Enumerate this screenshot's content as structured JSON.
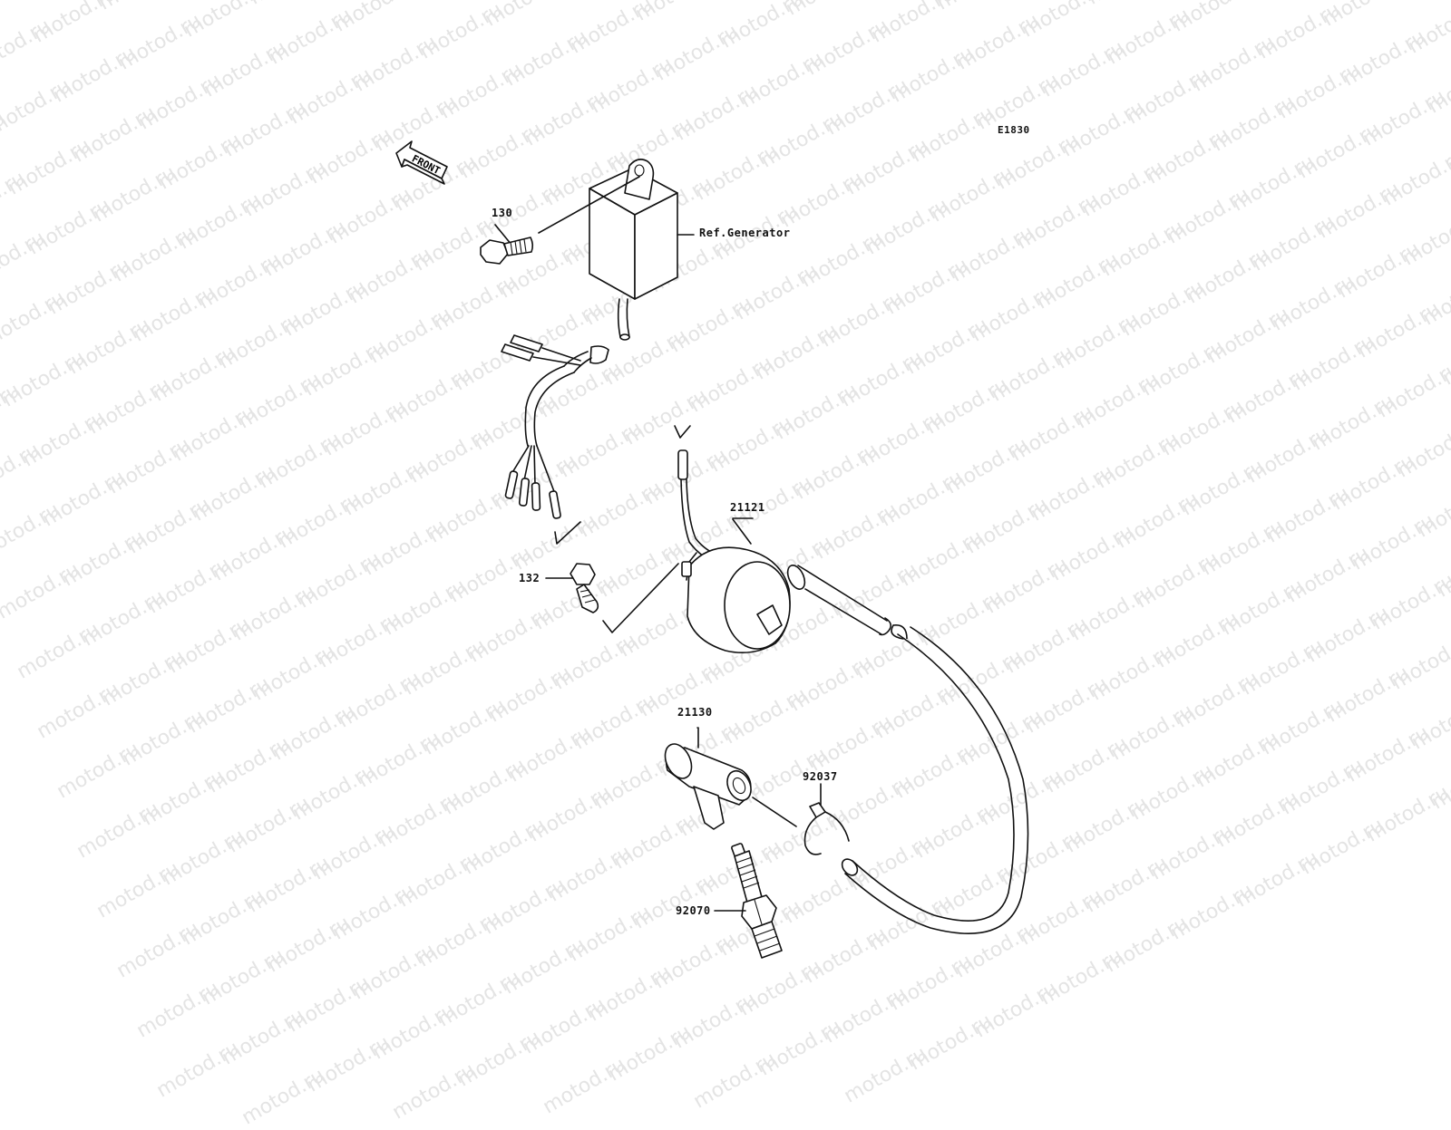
{
  "watermark": {
    "text": "motod.ru",
    "color": "#e4e4e4"
  },
  "diagram_code": "E1830",
  "front_arrow": {
    "label": "FRONT",
    "icon": "front-arrow-icon"
  },
  "callouts": {
    "bolt_130": "130",
    "ref_generator": "Ref.Generator",
    "coil_21121": "21121",
    "bolt_132": "132",
    "cap_21130": "21130",
    "clamp_92037": "92037",
    "plug_92070": "92070"
  },
  "parts": [
    {
      "name": "cdi-unit-icon"
    },
    {
      "name": "bolt-130-icon"
    },
    {
      "name": "wiring-harness-icon"
    },
    {
      "name": "ignition-coil-icon"
    },
    {
      "name": "bolt-132-icon"
    },
    {
      "name": "high-tension-lead-icon"
    },
    {
      "name": "plug-cap-icon"
    },
    {
      "name": "clamp-icon"
    },
    {
      "name": "spark-plug-icon"
    }
  ]
}
